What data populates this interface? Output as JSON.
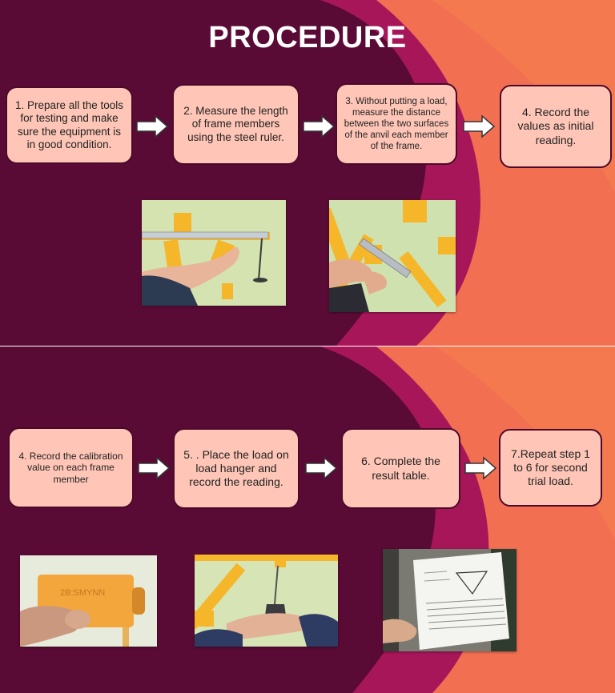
{
  "slide1": {
    "title": "PROCEDURE",
    "steps": [
      "1. Prepare all the tools for testing and make sure the equipment is in good condition.",
      "2. Measure the length of frame members using the steel ruler.",
      "3. Without putting a load, measure the distance between the two surfaces of the anvil each member of the frame.",
      "4. Record the values as initial reading."
    ]
  },
  "slide2": {
    "steps": [
      "4. Record the calibration value on each frame member",
      "5. . Place the load on load hanger and record the reading.",
      "6. Complete the result table.",
      "7.Repeat step 1 to 6 for second trial load."
    ],
    "photo_label_text": "2B:SMYNN"
  },
  "colors": {
    "background_dark": "#5a0b35",
    "magenta": "#a8165a",
    "coral": "#f36f52",
    "box_fill": "#ffc6b7",
    "box_border": "#4a0a2a",
    "frame_yellow": "#f5b62a"
  },
  "icons": [
    "right-arrow-icon"
  ]
}
